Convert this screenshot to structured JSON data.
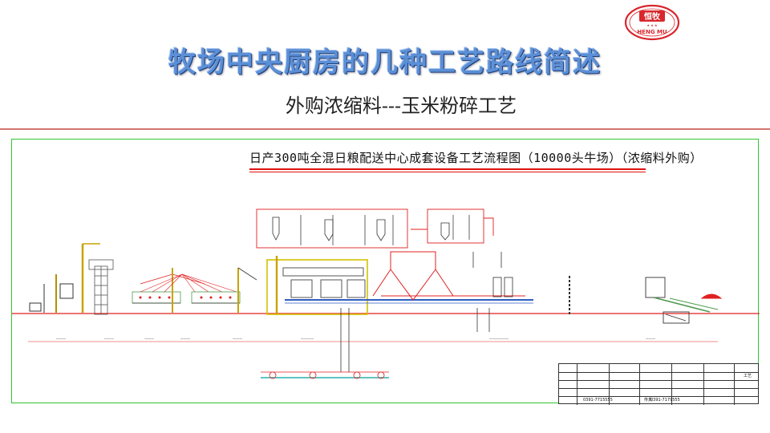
{
  "slide": {
    "title": "牧场中央厨房的几种工艺路线简述",
    "subtitle": "外购浓缩料---玉米粉碎工艺"
  },
  "logo": {
    "cn_text": "恒牧",
    "en_text": "HENG MU",
    "color": "#d8272d"
  },
  "drawing": {
    "title": "日产300吨全混日粮配送中心成套设备工艺流程图（10000头牛场）（浓缩料外购）",
    "border_color": "#2ec52e",
    "accent_color": "#e02020"
  },
  "title_block": {
    "phone_1": "0391-7715555",
    "fax_label": "传真",
    "phone_2": "0391-7179555",
    "cell_work": "工艺"
  }
}
